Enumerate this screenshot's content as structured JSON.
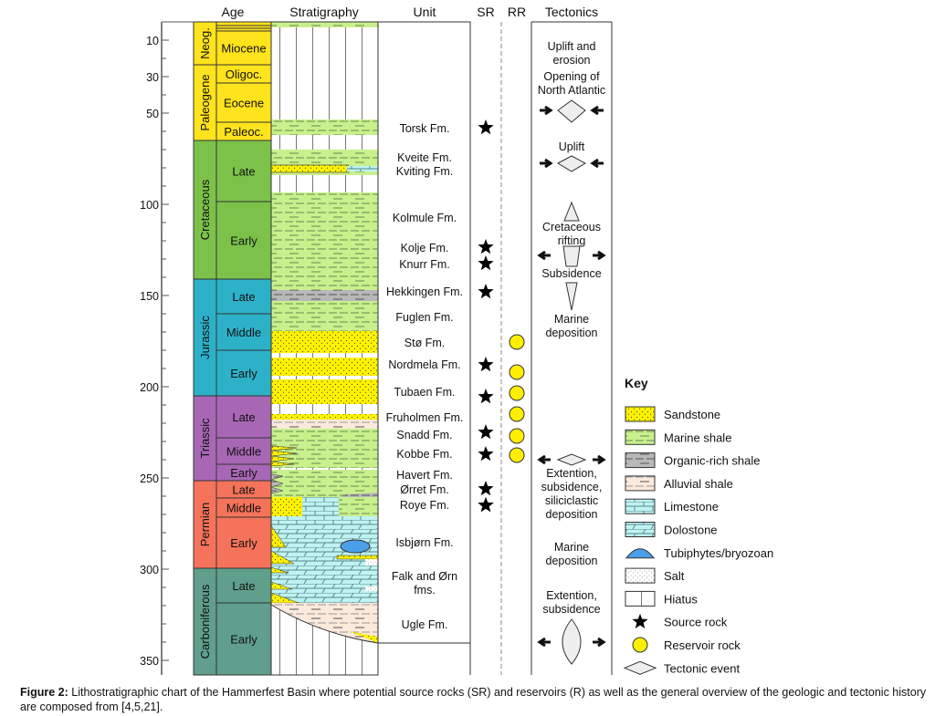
{
  "headers": {
    "age": "Age",
    "stratigraphy": "Stratigraphy",
    "unit": "Unit",
    "sr": "SR",
    "rr": "RR",
    "tectonics": "Tectonics"
  },
  "age_ticks": [
    "10",
    "30",
    "50",
    "100",
    "150",
    "200",
    "250",
    "300",
    "350"
  ],
  "periods": [
    "Neog.",
    "Paleogene",
    "Cretaceous",
    "Jurassic",
    "Triassic",
    "Permian",
    "Carboniferous"
  ],
  "epochs": [
    "Miocene",
    "Oligoc.",
    "Eocene",
    "Paleoc.",
    "Late",
    "Early",
    "Late",
    "Middle",
    "Early",
    "Late",
    "Middle",
    "Early",
    "Late",
    "Middle",
    "Early",
    "Late",
    "Early"
  ],
  "units": [
    {
      "name": "Torsk Fm.",
      "sr": true,
      "rr": false
    },
    {
      "name": "Kveite Fm.",
      "sr": false,
      "rr": false
    },
    {
      "name": "Kviting Fm.",
      "sr": false,
      "rr": false
    },
    {
      "name": "Kolmule Fm.",
      "sr": false,
      "rr": false
    },
    {
      "name": "Kolje Fm.",
      "sr": true,
      "rr": false
    },
    {
      "name": "Knurr Fm.",
      "sr": true,
      "rr": false
    },
    {
      "name": "Hekkingen Fm.",
      "sr": true,
      "rr": false
    },
    {
      "name": "Fuglen Fm.",
      "sr": false,
      "rr": false
    },
    {
      "name": "Stø Fm.",
      "sr": false,
      "rr": true
    },
    {
      "name": "Nordmela Fm.",
      "sr": true,
      "rr": true
    },
    {
      "name": "Tubaen Fm.",
      "sr": true,
      "rr": true
    },
    {
      "name": "Fruholmen Fm.",
      "sr": false,
      "rr": true
    },
    {
      "name": "Snadd Fm.",
      "sr": true,
      "rr": true
    },
    {
      "name": "Kobbe Fm.",
      "sr": true,
      "rr": true
    },
    {
      "name": "Havert Fm.",
      "sr": true,
      "rr": false
    },
    {
      "name": "Ørret Fm.",
      "sr": true,
      "rr": false
    },
    {
      "name": "Roye Fm.",
      "sr": true,
      "rr": false
    },
    {
      "name": "Isbjørn Fm.",
      "sr": false,
      "rr": false
    },
    {
      "name": "Falk and Ørn",
      "sr": false,
      "rr": false
    },
    {
      "name": "fms.",
      "sr": false,
      "rr": false
    },
    {
      "name": "Ugle Fm.",
      "sr": false,
      "rr": false
    }
  ],
  "tectonics": [
    "Uplift and",
    "erosion",
    "Opening of",
    "North Atlantic",
    "Uplift",
    "Cretaceous",
    "rifting",
    "Subsidence",
    "Marine",
    "deposition",
    "Extention,",
    "subsidence,",
    "siliciclastic",
    "deposition",
    "Marine",
    "deposition",
    "Extention,",
    "subsidence"
  ],
  "key": {
    "title": "Key",
    "items": [
      "Sandstone",
      "Marine shale",
      "Organic-rich shale",
      "Alluvial shale",
      "Limestone",
      "Dolostone",
      "Tubiphytes/bryozoan",
      "Salt",
      "Hiatus",
      "Source rock",
      "Reservoir rock",
      "Tectonic event"
    ]
  },
  "caption": {
    "label": "Figure 2:",
    "text": " Lithostratigraphic chart of the Hammerfest Basin where potential source rocks (SR) and reservoirs (R) as well as the general overview of the geologic and tectonic history are composed from [4,5,21]."
  },
  "colors": {
    "neogene": "#ffe31c",
    "cretaceous": "#7cc24a",
    "jurassic": "#2db1c9",
    "triassic": "#a767b5",
    "permian": "#f4735a",
    "carboniferous": "#5f9f8b",
    "sandstone": "#fff200",
    "marine_shale": "#c8f08c",
    "reservoir": "#ffee00"
  }
}
